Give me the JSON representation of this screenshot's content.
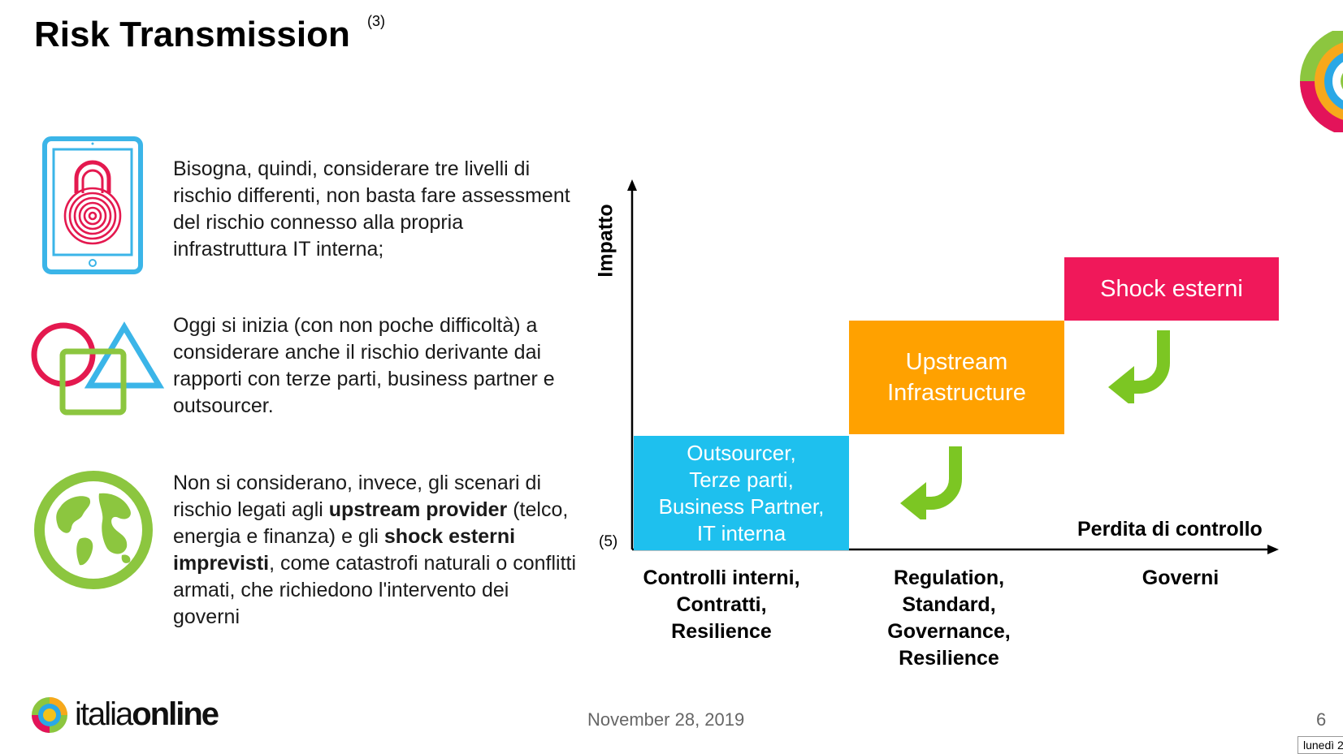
{
  "slide": {
    "title": "Risk Transmission",
    "title_note": "(3)",
    "paragraphs": [
      {
        "text": "Bisogna, quindi, considerare tre livelli di rischio differenti, non basta fare assessment del rischio connesso alla propria infrastruttura IT interna;",
        "icon": "fingerprint-lock-tablet-icon"
      },
      {
        "text": "Oggi si inizia (con non poche difficoltà) a considerare anche il rischio derivante dai rapporti con terze parti, business partner e outsourcer.",
        "icon": "shapes-icon"
      },
      {
        "text_parts": [
          "Non si considerano, invece, gli scenari di rischio legati agli ",
          "upstream provider",
          " (telco, energia e finanza) e gli ",
          "shock esterni imprevisti",
          ", come catastrofi naturali o conflitti armati, che richiedono l'intervento dei governi"
        ],
        "icon": "globe-icon"
      }
    ],
    "chart": {
      "y_axis_label": "Impatto",
      "x_axis_label": "Perdita di controllo",
      "origin_note": "(5)",
      "steps": [
        {
          "label": "Outsourcer,\nTerze parti,\nBusiness Partner,\nIT interna",
          "color": "#1ec0ee",
          "x_label": "Controlli interni,\nContratti,\nResilience"
        },
        {
          "label": "Upstream\nInfrastructure",
          "color": "#ffa100",
          "x_label": "Regulation,\nStandard,\nGovernance,\nResilience"
        },
        {
          "label": "Shock esterni",
          "color": "#f0185a",
          "x_label": "Governi"
        }
      ],
      "arrow_color": "#7cc623"
    },
    "footer": {
      "brand_light": "italia",
      "brand_bold": "online",
      "date": "November 28, 2019",
      "page": "6",
      "tooltip": "lunedì 2"
    }
  }
}
